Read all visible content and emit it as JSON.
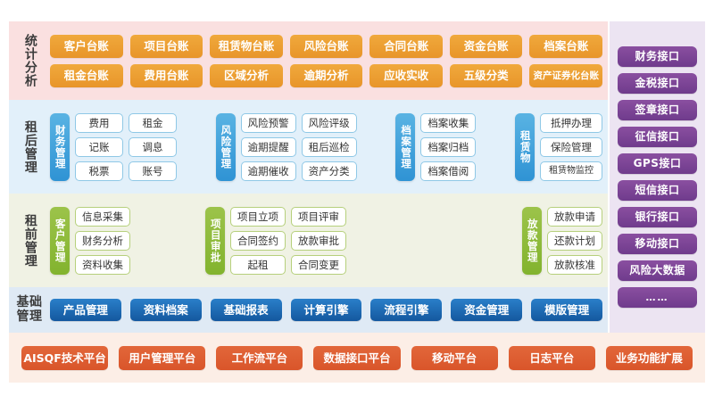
{
  "sections": {
    "statistics": {
      "label": "统计\n分析",
      "label_chars": "统计分析",
      "color": "#fae0e0",
      "rows": [
        [
          "客户台账",
          "项目台账",
          "租赁物台账",
          "风险台账",
          "合同台账",
          "资金台账",
          "档案台账"
        ],
        [
          "租金台账",
          "费用台账",
          "区域分析",
          "逾期分析",
          "应收实收",
          "五级分类",
          "资产证券化台账"
        ]
      ]
    },
    "post_lease": {
      "label": "租后管理",
      "color": "#e2f0fa",
      "accent": "#2f93d4",
      "clusters": [
        {
          "tab": "财务管理",
          "items": [
            "费用",
            "记账",
            "税票",
            "租金",
            "调息",
            "账号"
          ],
          "rows": 3
        },
        {
          "tab": "风险管理",
          "items": [
            "风险预警",
            "逾期提醒",
            "逾期催收",
            "风险评级",
            "租后巡检",
            "资产分类"
          ],
          "rows": 3
        },
        {
          "tab": "档案管理",
          "items": [
            "档案收集",
            "档案归档",
            "档案借阅"
          ],
          "rows": 3
        },
        {
          "tab": "租赁物",
          "items": [
            "抵押办理",
            "保险管理",
            "租赁物监控"
          ],
          "rows": 3
        }
      ]
    },
    "pre_lease": {
      "label": "租前管理",
      "color": "#f0f2e4",
      "accent": "#82b32e",
      "clusters": [
        {
          "tab": "客户管理",
          "items": [
            "信息采集",
            "财务分析",
            "资料收集"
          ],
          "rows": 3
        },
        {
          "tab": "项目审批",
          "items": [
            "项目立项",
            "合同签约",
            "起租",
            "项目评审",
            "放款审批",
            "合同变更"
          ],
          "rows": 3
        },
        {
          "tab": "放款管理",
          "items": [
            "放款申请",
            "还款计划",
            "放款核准"
          ],
          "rows": 3
        }
      ]
    },
    "basic": {
      "label": "基础\n管理",
      "color": "#dfeaf5",
      "items": [
        "产品管理",
        "资料档案",
        "基础报表",
        "计算引擎",
        "流程引擎",
        "资金管理",
        "模版管理"
      ]
    },
    "platform": {
      "color": "#fceee6",
      "items": [
        "AISQF技术平台",
        "用户管理平台",
        "工作流平台",
        "数据接口平台",
        "移动平台",
        "日志平台",
        "业务功能扩展"
      ]
    },
    "interfaces": {
      "color": "#ece4f2",
      "items": [
        "财务接口",
        "金税接口",
        "签章接口",
        "征信接口",
        "GPS接口",
        "短信接口",
        "银行接口",
        "移动接口",
        "风险大数据",
        "……"
      ]
    }
  },
  "colors": {
    "orange": "#e8952a",
    "blue": "#2f93d4",
    "green": "#82b32e",
    "deep_blue": "#14589f",
    "purple": "#6f3b8c",
    "red": "#d9552a"
  }
}
